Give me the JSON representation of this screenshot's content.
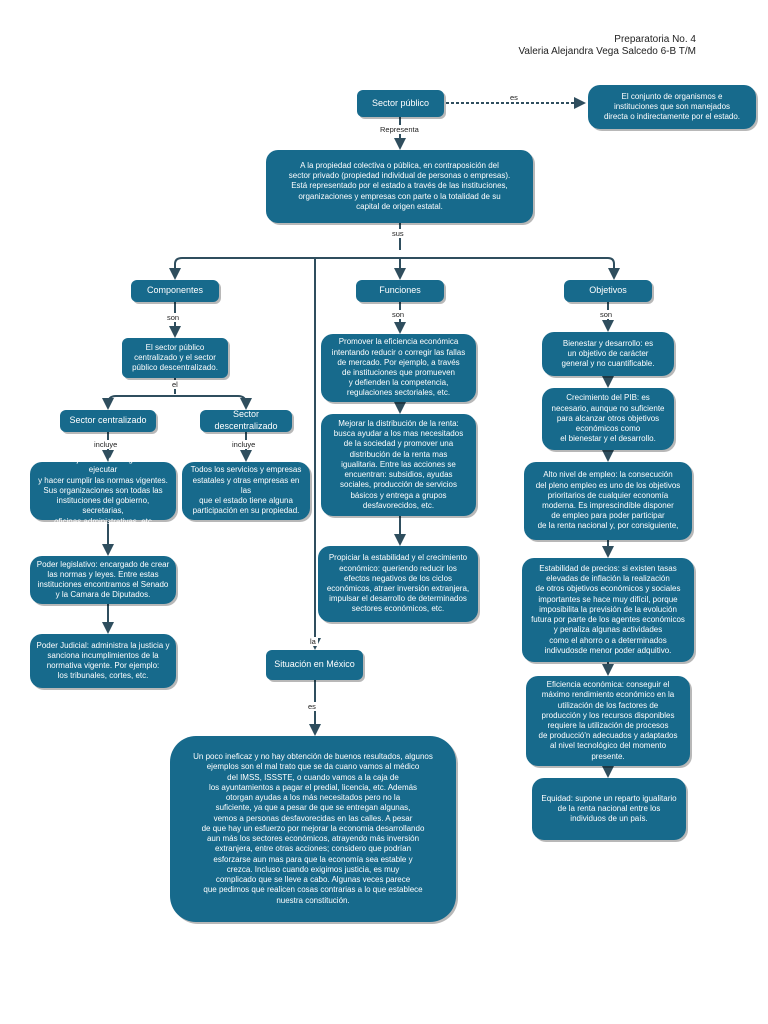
{
  "header": {
    "line1": "Preparatoria No. 4",
    "line2": "Valeria Alejandra Vega Salcedo 6-B T/M"
  },
  "nodes": {
    "sector_publico": "Sector público",
    "definicion": "El conjunto de organismos e\ninstituciones que son manejados\ndirecta o indirectamente por el estado.",
    "representa_texto": "A la propiedad colectiva o pública, en contraposición del\nsector privado (propiedad individual de personas o empresas).\nEstá representado por el estado a través de las instituciones,\norganizaciones y empresas con parte o la totalidad de su\ncapital de origen estatal.",
    "componentes": "Componentes",
    "funciones": "Funciones",
    "objetivos": "Objetivos",
    "centralizado_descentralizado": "El sector público\ncentralizado y el sector\npúblico descentralizado.",
    "sector_centralizado": "Sector centralizado",
    "sector_descentralizado": "Sector descentralizado",
    "poder_ejecutivo": "Poder ejecutivo: encargado de ejecutar\ny hacer cumplir las normas vigentes.\nSus organizaciones son todas las\ninstituciones del gobierno, secretarias,\noficinas administrativas, etc",
    "poder_legislativo": "Poder legislativo: encargado de crear\nlas normas y leyes. Entre estas\ninstituciones encontramos el Senado\ny la Camara de Diputados.",
    "poder_judicial": "Poder Judicial: administra la justicia y\nsanciona incumplimientos de la\nnormativa vigente. Por ejemplo:\nlos tribunales, cortes, etc.",
    "descentralizado_texto": "Todos los servicios y empresas\nestatales y otras empresas en las\nque el estado tiene alguna\nparticipación en su propiedad.",
    "funcion_1": "Promover la eficiencia económica\nintentando reducir o corregir las fallas\nde mercado. Por ejemplo, a través\nde instituciones que promueven\ny defienden la competencia,\nregulaciones sectoriales, etc.",
    "funcion_2": "Mejorar la distribución de la renta:\nbusca ayudar a los mas necesitados\nde la sociedad y promover una\ndistribución de la renta mas\nigualitaria. Entre las acciones se\nencuentran: subsidios, ayudas\nsociales, producción de servicios\nbásicos y entrega a grupos\ndesfavorecidos, etc.",
    "funcion_3": "Propiciar la estabilidad y el crecimiento\neconómico: queriendo reducir los\nefectos negativos de los ciclos\neconómicos, atraer inversión extranjera,\nimpulsar el desarrollo de determinados\nsectores económicos, etc.",
    "objetivo_1": "Bienestar y desarrollo: es\nun objetivo de carácter\ngeneral y no cuantificable.",
    "objetivo_2": "Crecimiento del PIB: es\nnecesario, aunque no suficiente\npara alcanzar otros objetivos\neconómicos como\nel bienestar y el desarrollo.",
    "objetivo_3": "Alto nivel de empleo: la consecución\ndel pleno empleo es uno de los objetivos\nprioritarios de cualquier economía\nmoderna. Es imprescindible disponer\nde empleo para poder participar\nde la renta nacional y, por consiguiente,",
    "objetivo_4": "Estabilidad de precios: si existen tasas\nelevadas de inflación la realización\nde otros objetivos económicos y sociales\nimportantes se hace muy difícil, porque\nimposibilita la previsión de la evolución\nfutura por parte de los agentes económicos\ny penaliza algunas actividades\ncomo el ahorro o a determinados\nindivudosde menor poder adquitivo.",
    "objetivo_5": "Eficiencia económica: conseguir el\nmáximo rendimiento económico en la\nutilización de los factores de\nproducción y los recursos disponibles\nrequiere la utilización de procesos\nde producció'n adecuados y adaptados\nal nivel tecnológico del momento\npresente.",
    "objetivo_6": "Equidad: supone un reparto igualitario\nde la renta nacional entre los\nindividuos de un país.",
    "situacion_mexico": "Situación en México",
    "mexico_texto": "Un poco ineficaz y no hay obtención de buenos resultados, algunos\nejemplos son el mal trato que se da cuano vamos al médico\ndel IMSS, ISSSTE, o cuando vamos a la caja de\nlos ayuntamientos a pagar el predial, licencia, etc. Además\notorgan ayudas a los más necesitados pero no la\nsuficiente, ya que a pesar de que se entregan algunas,\nvemos a personas desfavorecidas en las calles. A pesar\nde que hay un esfuerzo por mejorar la economia desarrollando\naun más los sectores económicos, atrayendo más inversión\nextranjera, entre otras acciones; considero que podrían\nesforzarse aun mas para que la economía sea estable y\ncrezca. Incluso cuando exigimos justicia, es muy\ncomplicado que se lleve a cabo. Algunas veces parece\nque pedimos que realicen cosas contrarias a lo que establece\nnuestra constitución."
  },
  "labels": {
    "es_1": "es",
    "representa": "Representa",
    "sus": "sus",
    "son_1": "son",
    "son_2": "son",
    "son_3": "son",
    "el": "el",
    "incluye_1": "incluye",
    "incluye_2": "incluye",
    "la": "la",
    "es_2": "es"
  },
  "colors": {
    "box_fill": "#176a8c",
    "line": "#2f4e5e",
    "text_on_box": "#ffffff"
  }
}
